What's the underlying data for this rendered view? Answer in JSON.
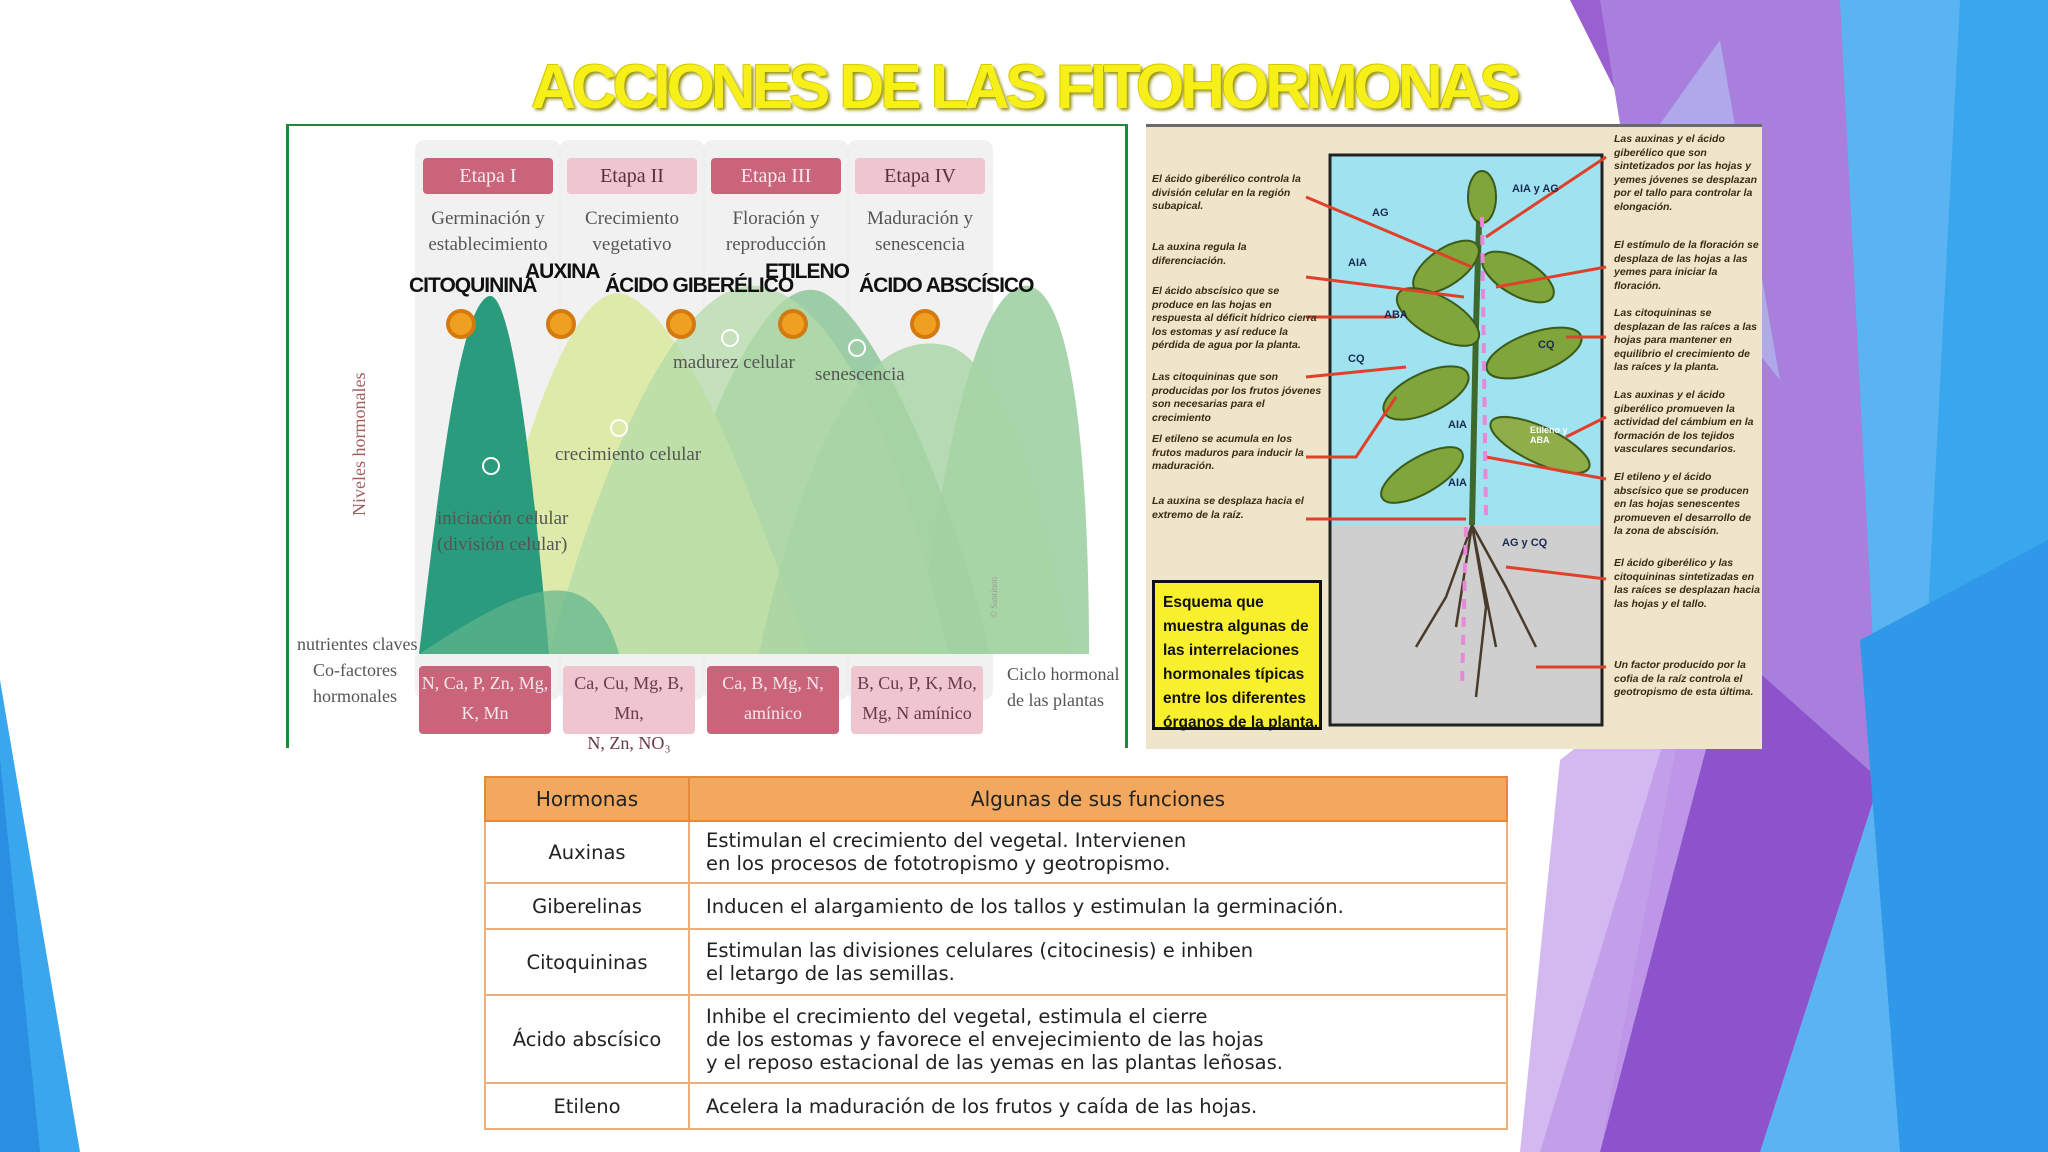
{
  "title": "ACCIONES DE LAS FITOHORMONAS",
  "chart": {
    "stages": [
      {
        "label": "Etapa I",
        "desc": "Germinación y establecimiento"
      },
      {
        "label": "Etapa II",
        "desc": "Crecimiento vegetativo"
      },
      {
        "label": "Etapa III",
        "desc": "Floración y reproducción"
      },
      {
        "label": "Etapa IV",
        "desc": "Maduración y senescencia"
      }
    ],
    "hormones": [
      "CITOQUININA",
      "AUXINA",
      "ÁCIDO GIBERÉLICO",
      "ETILENO",
      "ÁCIDO ABSCÍSICO"
    ],
    "y_label": "Niveles hormonales",
    "curve_labels": [
      "iniciación celular",
      "(división celular)",
      "crecimiento celular",
      "madurez celular",
      "senescencia"
    ],
    "bottom_labels": [
      "nutrientes claves",
      "Co-factores",
      "hormonales"
    ],
    "nutrients": [
      {
        "line1": "N, Ca, P, Zn, Mg,",
        "line2": "K, Mn"
      },
      {
        "line1": "Ca, Cu, Mg, B, Mn,",
        "line2": "N, Zn, NO₃"
      },
      {
        "line1": "Ca, B, Mg, N,",
        "line2": "amínico"
      },
      {
        "line1": "B, Cu, P, K, Mo,",
        "line2": "Mg, N amínico"
      }
    ],
    "cycle_label_1": "Ciclo hormonal",
    "cycle_label_2": "de las plantas",
    "copyright": "© Santinon"
  },
  "plant": {
    "left_notes": [
      "El ácido giberélico controla la división celular en la región subapical.",
      "La auxina regula la diferenciación.",
      "El ácido abscísico que se produce en las hojas en respuesta al déficit hídrico cierra los estomas y así reduce la pérdida de agua por la planta.",
      "Las citoquininas que son producidas por los frutos jóvenes son necesarias para el crecimiento",
      "El etileno se acumula en los frutos maduros para inducir la maduración.",
      "La auxina se desplaza hacia el extremo de la raíz."
    ],
    "right_notes": [
      "Las auxinas y el ácido giberélico que son sintetizados por las hojas y yemes jóvenes se desplazan por el tallo para controlar la elongación.",
      "El estímulo de la floración se desplaza de las hojas a las yemes para iniciar la floración.",
      "Las citoquininas se desplazan de las raíces a las hojas para mantener en equilibrio el crecimiento de las raíces y la planta.",
      "Las auxinas y el ácido giberélico promueven la actividad del cámbium en la formación de los tejidos vasculares secundarios.",
      "El etileno y el ácido abscísico que se producen en las hojas senescentes promueven el desarrollo de la zona de abscisión.",
      "El ácido giberélico y las citoquininas sintetizadas en las raíces se desplazan hacia las hojas y el tallo.",
      "Un factor producido por la cofia de la raíz controla el geotropismo de esta última."
    ],
    "labels": [
      "AIA y AG",
      "AG",
      "AIA",
      "ABA",
      "CQ",
      "CQ",
      "AIA",
      "Etileno y ABA",
      "AIA",
      "AG y CQ"
    ],
    "legend": "Esquema que muestra algunas de las interrelaciones hormonales típicas entre los diferentes órganos de la planta."
  },
  "table": {
    "headers": [
      "Hormonas",
      "Algunas de sus funciones"
    ],
    "rows": [
      {
        "h": "Auxinas",
        "f1": "Estimulan el crecimiento del vegetal. Intervienen",
        "f2": "en los procesos de fototropismo y geotropismo.",
        "f3": ""
      },
      {
        "h": "Giberelinas",
        "f1": "Inducen el alargamiento de los tallos y estimulan la germinación.",
        "f2": "",
        "f3": ""
      },
      {
        "h": "Citoquininas",
        "f1": "Estimulan las divisiones celulares (citocinesis) e inhiben",
        "f2": "el letargo de las semillas.",
        "f3": ""
      },
      {
        "h": "Ácido abscísico",
        "f1": "Inhibe el crecimiento del vegetal, estimula el cierre",
        "f2": "de los estomas y favorece el envejecimiento de las hojas",
        "f3": "y el reposo estacional de las yemas en las plantas leñosas."
      },
      {
        "h": "Etileno",
        "f1": "Acelera la maduración de los frutos y caída de las hojas.",
        "f2": "",
        "f3": ""
      }
    ]
  },
  "colors": {
    "title": "#f6ef18",
    "stage_dark": "#c9647a",
    "stage_light": "#efc6cf",
    "table_header": "#f2a85e",
    "accent_purple": "#9a5fd0",
    "accent_blue": "#3aa6ee"
  }
}
